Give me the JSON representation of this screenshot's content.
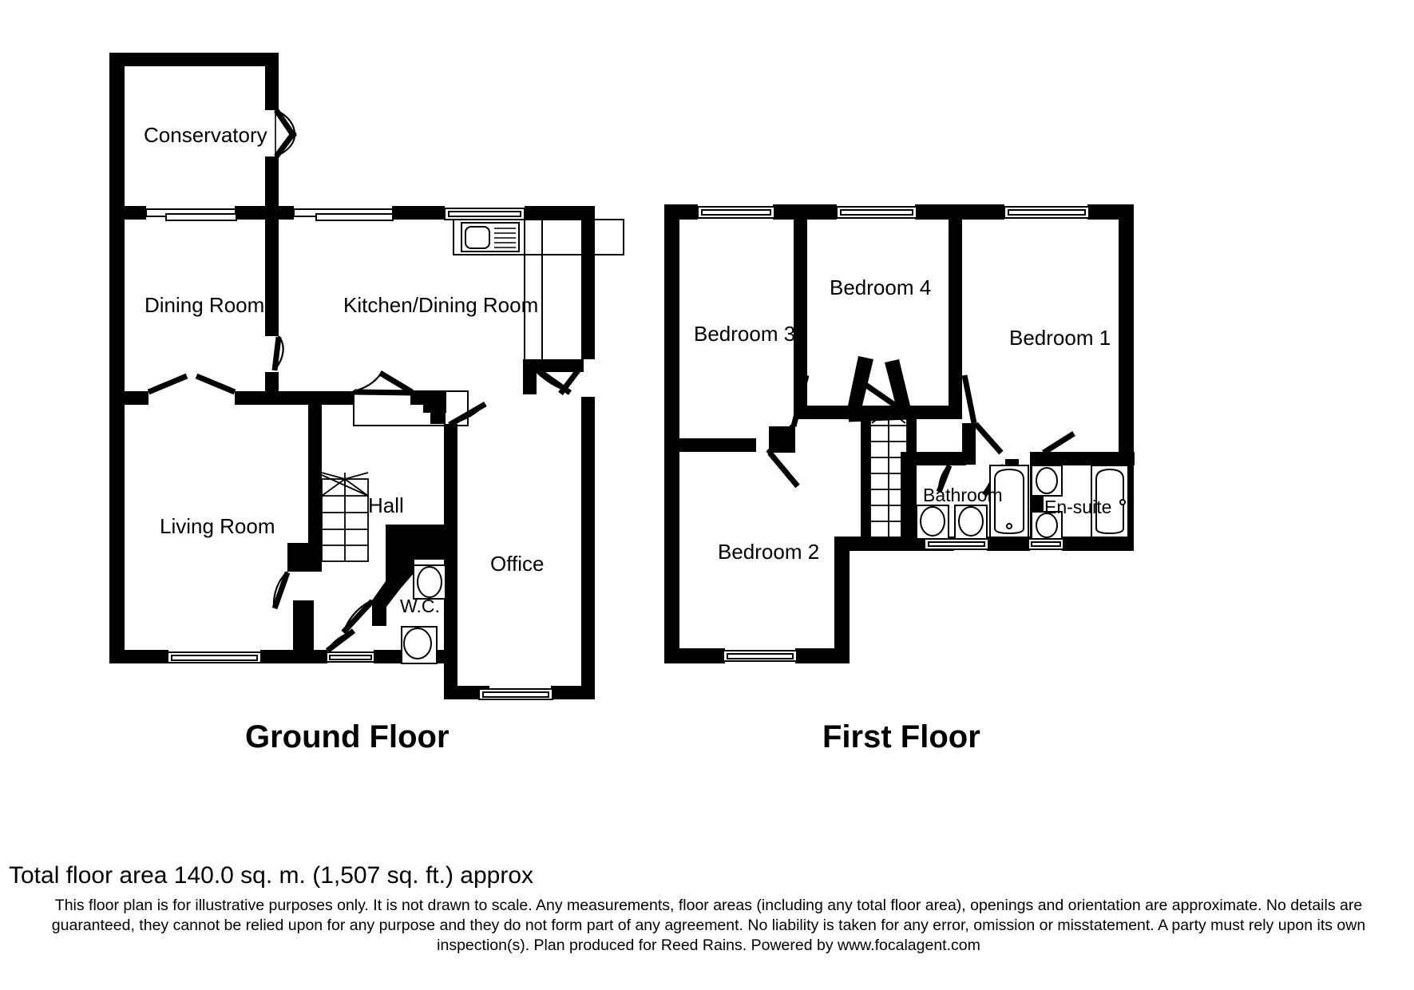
{
  "document": {
    "type": "floor-plan",
    "total_area_text": "Total floor area 140.0 sq. m. (1,507 sq. ft.) approx",
    "disclaimer": "This floor plan is for illustrative purposes only. It is not drawn to scale. Any measurements, floor areas (including any total floor area), openings and orientation are approximate. No details are guaranteed, they cannot be relied upon for any purpose and they do not form part of any agreement. No liability is taken for any error, omission or misstatement. A party must rely upon its own inspection(s). Plan produced for Reed Rains. Powered by www.focalagent.com",
    "ink_color": "#000000",
    "background_color": "#ffffff"
  },
  "floors": [
    {
      "id": "ground",
      "caption": "Ground Floor",
      "rooms": [
        {
          "key": "conservatory",
          "label": "Conservatory"
        },
        {
          "key": "dining_room",
          "label": "Dining Room"
        },
        {
          "key": "kitchen_dining",
          "label": "Kitchen/Dining Room"
        },
        {
          "key": "living_room",
          "label": "Living Room"
        },
        {
          "key": "hall",
          "label": "Hall"
        },
        {
          "key": "office",
          "label": "Office"
        },
        {
          "key": "wc",
          "label": "W.C."
        }
      ],
      "fixtures": [
        {
          "key": "kitchen-sink",
          "name": "kitchen-sink-icon"
        },
        {
          "key": "wc-basin",
          "name": "wash-basin-icon"
        },
        {
          "key": "wc-toilet",
          "name": "toilet-icon"
        },
        {
          "key": "ground-stairs",
          "name": "staircase-icon"
        }
      ]
    },
    {
      "id": "first",
      "caption": "First Floor",
      "rooms": [
        {
          "key": "bedroom_3",
          "label": "Bedroom 3"
        },
        {
          "key": "bedroom_4",
          "label": "Bedroom 4"
        },
        {
          "key": "bedroom_1",
          "label": "Bedroom 1"
        },
        {
          "key": "bedroom_2",
          "label": "Bedroom 2"
        },
        {
          "key": "bathroom",
          "label": "Bathroom"
        },
        {
          "key": "ensuite",
          "label": "En-suite"
        }
      ],
      "fixtures": [
        {
          "key": "bath-tub",
          "name": "bathtub-icon"
        },
        {
          "key": "bath-toilet-1",
          "name": "toilet-icon"
        },
        {
          "key": "bath-toilet-2",
          "name": "toilet-icon"
        },
        {
          "key": "ensuite-basin",
          "name": "wash-basin-icon"
        },
        {
          "key": "ensuite-toilet",
          "name": "toilet-icon"
        },
        {
          "key": "ensuite-shower",
          "name": "shower-enclosure-icon"
        },
        {
          "key": "first-stairs",
          "name": "staircase-icon"
        }
      ]
    }
  ]
}
